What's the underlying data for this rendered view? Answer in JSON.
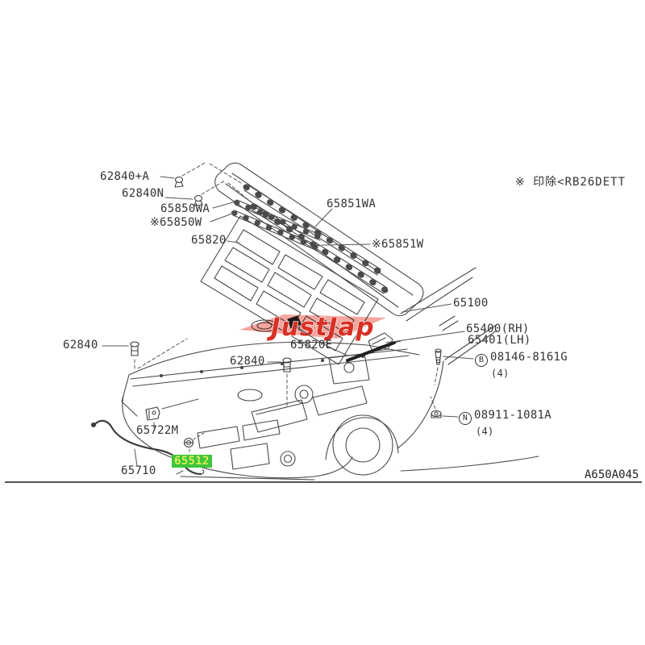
{
  "diagram": {
    "title": "hood parts exploded diagram",
    "code": "A650A045",
    "note": "※ 印除<RB26DETT",
    "watermark": {
      "text": "JustJap",
      "text_color": "#d93025",
      "swoosh_color": "#f2968e"
    },
    "highlight": {
      "bg": "#3dc53d",
      "text_color": "#d9ee54"
    },
    "line_color": "#4a4a4a",
    "labels": [
      {
        "id": "62840-plus-a",
        "text": "62840+A"
      },
      {
        "id": "62840n",
        "text": "62840N"
      },
      {
        "id": "65850wa",
        "text": "65850WA"
      },
      {
        "id": "65850w",
        "text": "※65850W"
      },
      {
        "id": "65820",
        "text": "65820"
      },
      {
        "id": "65851wa",
        "text": "65851WA"
      },
      {
        "id": "65851w",
        "text": "※65851W"
      },
      {
        "id": "65100",
        "text": "65100"
      },
      {
        "id": "65400rh",
        "text": "65400(RH)"
      },
      {
        "id": "65401lh",
        "text": "65401(LH)"
      },
      {
        "id": "08146-8161g",
        "prefix": "B",
        "text": "08146-8161G",
        "sub": "(4)"
      },
      {
        "id": "08911-1081a",
        "prefix": "N",
        "text": "08911-1081A",
        "sub": "(4)"
      },
      {
        "id": "62840-left",
        "text": "62840"
      },
      {
        "id": "62840-mid",
        "text": "62840"
      },
      {
        "id": "65820e",
        "text": "65820E"
      },
      {
        "id": "65722m",
        "text": "65722M"
      },
      {
        "id": "65512",
        "text": "65512",
        "highlighted": true
      },
      {
        "id": "65710",
        "text": "65710"
      }
    ]
  }
}
